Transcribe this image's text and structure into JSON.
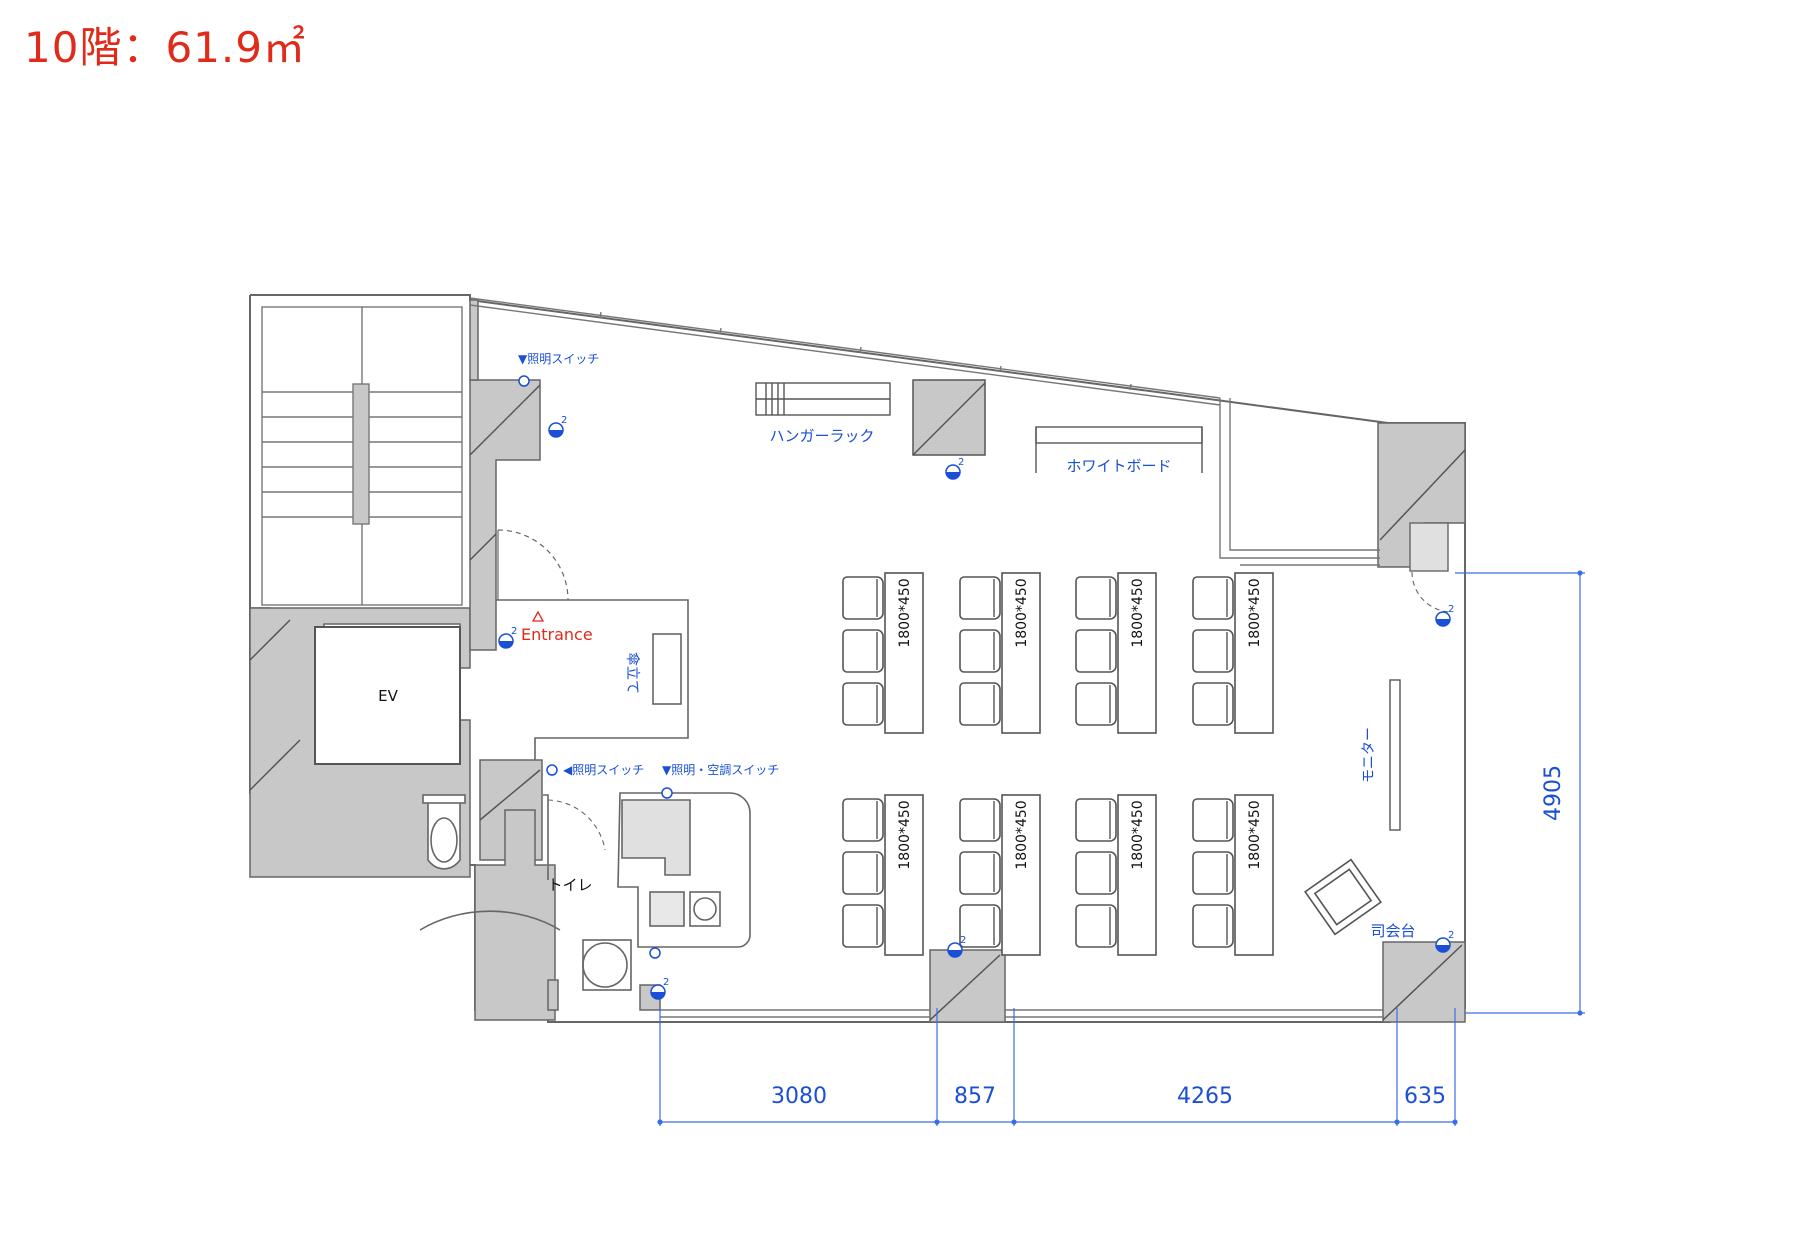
{
  "title": "10階：61.9㎡",
  "labels": {
    "ev": "EV",
    "toilet": "トイレ",
    "entrance": "Entrance",
    "umbrella": "傘立て",
    "hanger": "ハンガーラック",
    "whiteboard": "ホワイトボード",
    "monitor": "モニター",
    "podium": "司会台",
    "switch_top": "▼照明スイッチ",
    "switch_mid": "◀照明スイッチ",
    "switch_ac": "▼照明・空調スイッチ",
    "desk": "1800*450",
    "outlet": "2"
  },
  "dimensions": {
    "d1": "3080",
    "d2": "857",
    "d3": "4265",
    "d4": "635",
    "height": "4905"
  },
  "colors": {
    "wall": "#c8c8c8",
    "line": "#666666",
    "blue": "#1a4fd6",
    "red": "#e02a1a"
  }
}
